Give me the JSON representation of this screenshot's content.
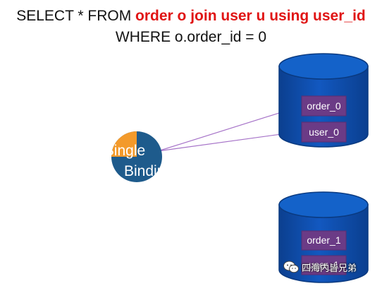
{
  "query": {
    "line1_prefix": "SELECT * FROM ",
    "line1_highlight": "order o join user u using user_id",
    "line2": "WHERE o.order_id = 0"
  },
  "binding": {
    "line1": "Single",
    "line2": "Binding"
  },
  "databases": [
    {
      "tables": [
        "order_0",
        "user_0"
      ]
    },
    {
      "tables": [
        "order_1",
        "user_1"
      ]
    }
  ],
  "watermark": {
    "text": "四海内皆兄弟"
  },
  "colors": {
    "cylinder_blue": "#0d4fae",
    "cylinder_edge": "#0a3a80",
    "table_purple": "#6b3b86",
    "connector": "#a673c8",
    "binding_orange": "#f39a2b",
    "binding_navy": "#1e5b8c",
    "highlight_red": "#e01515"
  }
}
